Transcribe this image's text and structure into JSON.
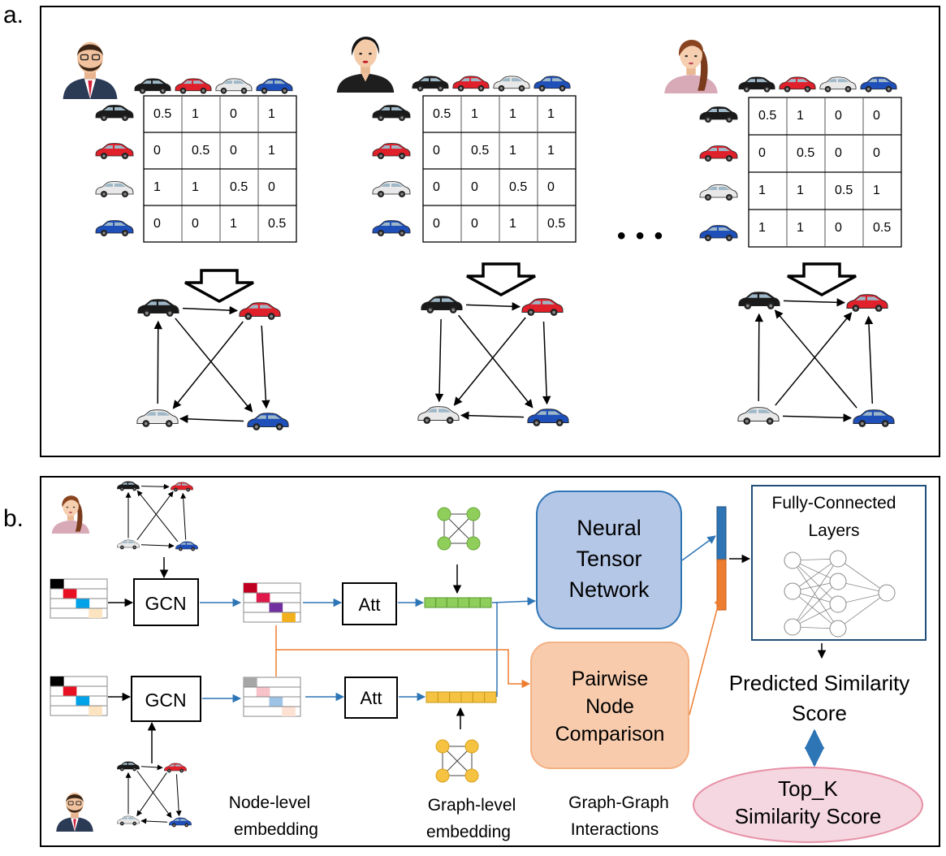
{
  "panel_a": {
    "label": "a.",
    "ellipsis": "• • •",
    "users": [
      {
        "avatar": "man-with-beard-avatar",
        "matrix": [
          [
            "0.5",
            "1",
            "0",
            "1"
          ],
          [
            "0",
            "0.5",
            "0",
            "1"
          ],
          [
            "1",
            "1",
            "0.5",
            "0"
          ],
          [
            "0",
            "0",
            "1",
            "0.5"
          ]
        ]
      },
      {
        "avatar": "woman-short-hair-avatar",
        "matrix": [
          [
            "0.5",
            "1",
            "1",
            "1"
          ],
          [
            "0",
            "0.5",
            "1",
            "1"
          ],
          [
            "0",
            "0",
            "0.5",
            "0"
          ],
          [
            "0",
            "0",
            "1",
            "0.5"
          ]
        ]
      },
      {
        "avatar": "woman-long-hair-avatar",
        "matrix": [
          [
            "0.5",
            "1",
            "0",
            "0"
          ],
          [
            "0",
            "0.5",
            "0",
            "0"
          ],
          [
            "1",
            "1",
            "0.5",
            "1"
          ],
          [
            "1",
            "1",
            "0",
            "0.5"
          ]
        ]
      }
    ],
    "cars": [
      {
        "name": "black-sedan",
        "color": "#1a1a1a"
      },
      {
        "name": "red-sports-car",
        "color": "#e0202a"
      },
      {
        "name": "white-coupe",
        "color": "#e8e8e8"
      },
      {
        "name": "blue-sedan",
        "color": "#1f4fb8"
      }
    ]
  },
  "panel_b": {
    "label": "b.",
    "gcn_top": "GCN",
    "gcn_bottom": "GCN",
    "att_top": "Att",
    "att_bottom": "Att",
    "ntn": [
      "Neural",
      "Tensor",
      "Network"
    ],
    "pnc": [
      "Pairwise",
      "Node",
      "Comparison"
    ],
    "fc": [
      "Fully-Connected",
      "Layers"
    ],
    "predicted": [
      "Predicted Similarity",
      "Score"
    ],
    "topk": [
      "Top_K",
      "Similarity Score"
    ],
    "caption_node": [
      "Node-level",
      "embedding"
    ],
    "caption_graph": [
      "Graph-level",
      "embedding"
    ],
    "caption_interactions": [
      "Graph-Graph",
      "Interactions"
    ],
    "colors": {
      "ntn_fill": "#b4c7e7",
      "ntn_stroke": "#2e75b6",
      "pnc_fill": "#f8cbad",
      "pnc_stroke": "#f4b183",
      "topk_fill": "#f4d7e0",
      "topk_stroke": "#e891a8",
      "green_node": "#8fce5a",
      "yellow_node": "#f5c242",
      "blue_arrow": "#2e75b6",
      "orange_arrow": "#ed7d31"
    }
  }
}
